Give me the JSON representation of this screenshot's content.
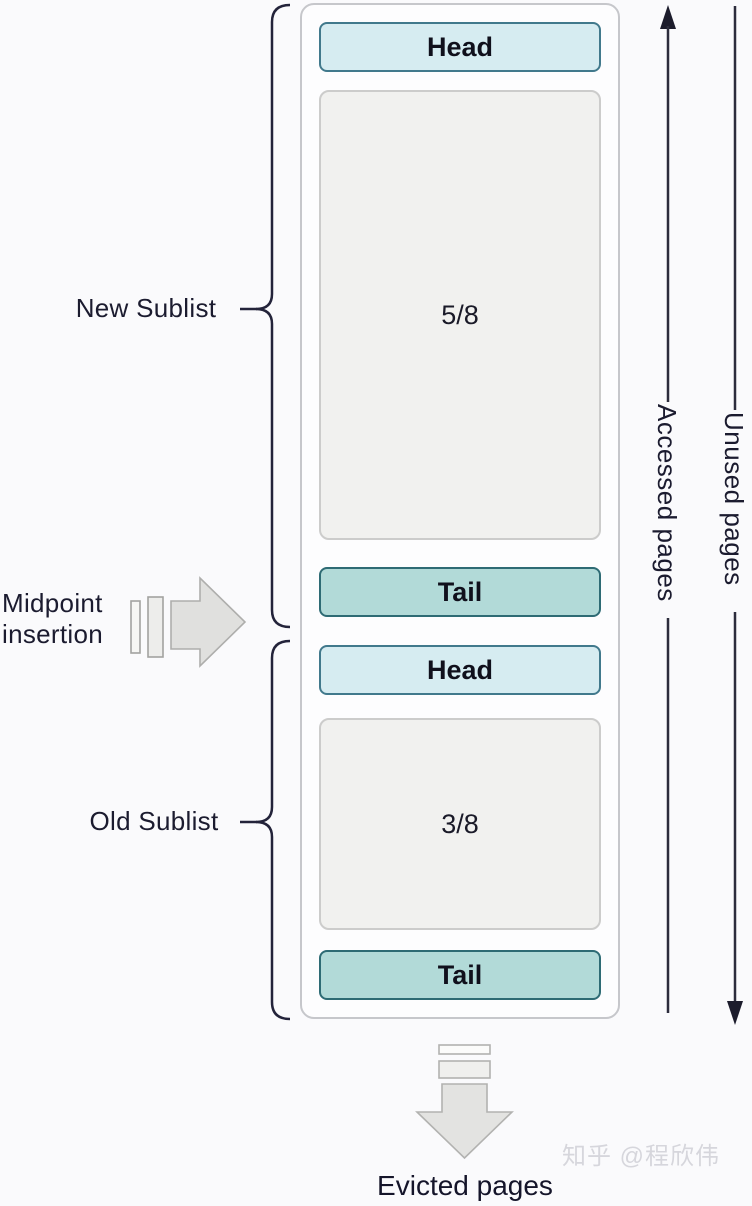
{
  "diagram": {
    "title_hint": "LRU list with midpoint insertion",
    "new_sublist": {
      "label": "New Sublist",
      "head": "Head",
      "fraction": "5/8",
      "tail": "Tail"
    },
    "old_sublist": {
      "label": "Old Sublist",
      "head": "Head",
      "fraction": "3/8",
      "tail": "Tail"
    },
    "midpoint": {
      "line1": "Midpoint",
      "line2": "insertion"
    },
    "flows": {
      "accessed": "Accessed pages",
      "unused": "Unused pages",
      "evicted": "Evicted pages"
    }
  },
  "watermark": "知乎 @程欣伟",
  "colors": {
    "background": "#fafafc",
    "container_fill": "#fdfdfe",
    "container_border": "#c6c7cb",
    "head_fill": "#d6ecf1",
    "head_border": "#41798c",
    "tail_fill": "#b2dad8",
    "tail_border": "#2e6b74",
    "fraction_fill": "#f1f1ef",
    "fraction_border": "#cccccb",
    "block_arrow_fill": "#e0e0de",
    "block_arrow_border": "#aeaeac",
    "line_dark": "#2c2c3c",
    "text_dark": "#1b1b2f",
    "watermark_gray": "#d6d6dc"
  }
}
